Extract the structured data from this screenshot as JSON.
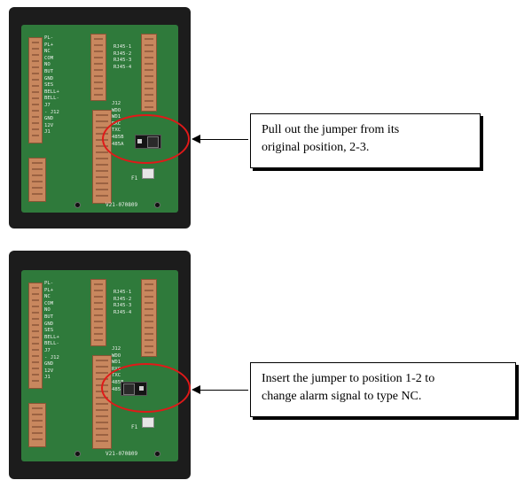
{
  "figures": [
    {
      "id": "top",
      "photo": {
        "label": "PCB photo - jumper in position 2-3",
        "board_code": "V21-070809",
        "chip_label": "F1"
      },
      "callout": {
        "line1": "Pull out the jumper from its",
        "line2": "original position, 2-3."
      }
    },
    {
      "id": "bottom",
      "photo": {
        "label": "PCB photo - jumper in position 1-2",
        "board_code": "V21-070809",
        "chip_label": "F1"
      },
      "callout": {
        "line1": "Insert the jumper to position 1-2 to",
        "line2": "change alarm signal to type NC."
      }
    }
  ],
  "silkscreen_left": "PL-\nPL+\nNC\nCOM\nNO\nBUT\nGND\nSES\nBELL+\nBELL-\nJ7\n- J12\nGND\n12V\nJ1",
  "silkscreen_mid": "J12\nWDO\nWD1\nRXC\nTXC\n485B\n485A",
  "silkscreen_right": "RJ45-1\nRJ45-2\nRJ45-3\nRJ45-4",
  "highlight_color": "#e01919",
  "icons": [
    "arrow-left-icon"
  ]
}
